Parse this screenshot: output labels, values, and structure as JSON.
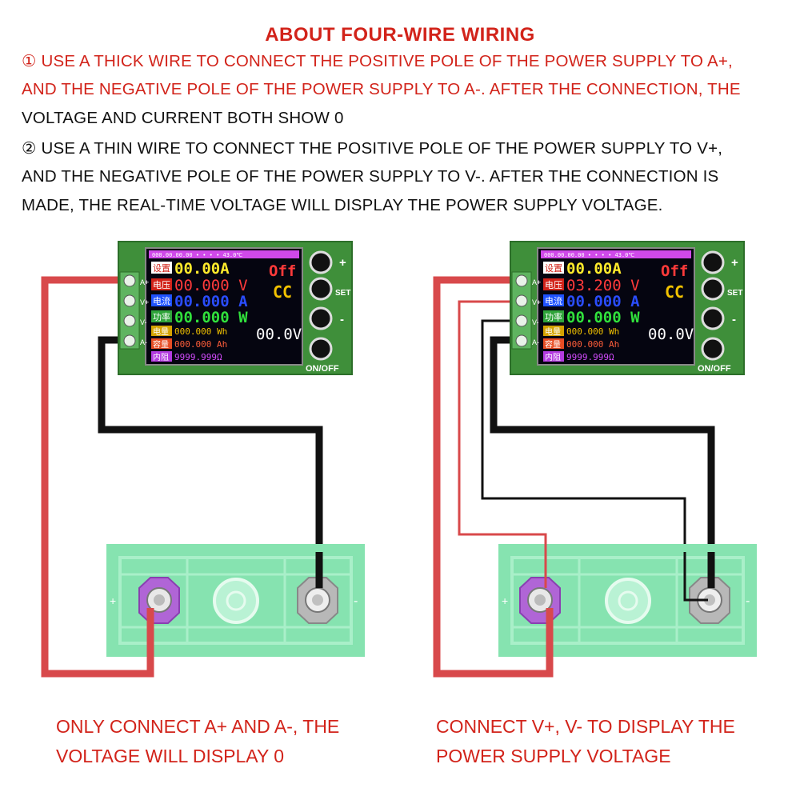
{
  "header": {
    "title": "ABOUT FOUR-WIRE WIRING",
    "lines": [
      "① USE A THICK WIRE TO CONNECT THE POSITIVE POLE OF THE POWER SUPPLY TO A+,",
      "AND THE NEGATIVE POLE OF THE POWER SUPPLY TO A-. AFTER THE CONNECTION, THE",
      "VOLTAGE AND CURRENT BOTH SHOW 0",
      "② USE A THIN WIRE TO CONNECT THE POSITIVE POLE OF THE POWER SUPPLY TO V+,",
      "AND THE NEGATIVE POLE OF THE POWER SUPPLY TO V-. AFTER THE CONNECTION IS",
      "MADE, THE REAL-TIME VOLTAGE WILL DISPLAY THE POWER SUPPLY VOLTAGE."
    ]
  },
  "colors": {
    "accent_red": "#d2231a",
    "board_green": "#3f8f3a",
    "battery_green": "#86e3b0",
    "wire_red": "#d8494b",
    "wire_black": "#111111",
    "positive_terminal": "#b065d6",
    "negative_terminal": "#b8b8b8"
  },
  "terminals": [
    "A+",
    "V+",
    "V-",
    "A-"
  ],
  "buttons": [
    "+",
    "SET",
    "-",
    "ON/OFF"
  ],
  "battery_signs": {
    "plus": "+",
    "minus": "-"
  },
  "left_display": {
    "status_bar": "000.00.00.00 • • • • 43.0℃",
    "set_label": "设置",
    "set_value": "00.00A",
    "volt_label": "电压",
    "volt_value": "00.000 V",
    "curr_label": "电流",
    "curr_value": "00.000 A",
    "power_label": "功率",
    "power_value": "00.000 W",
    "energy_label": "电量",
    "energy_value": "000.000 Wh",
    "cap_label": "容量",
    "cap_value": "000.000 Ah",
    "res_label": "内阻",
    "res_value": "9999.999Ω",
    "state_value": "Off",
    "mode_value": "CC",
    "stop_value": "00.0V"
  },
  "right_display": {
    "status_bar": "000.00.00.00 • • • • 43.0℃",
    "set_label": "设置",
    "set_value": "00.00A",
    "volt_label": "电压",
    "volt_value": "03.200 V",
    "curr_label": "电流",
    "curr_value": "00.000 A",
    "power_label": "功率",
    "power_value": "00.000 W",
    "energy_label": "电量",
    "energy_value": "000.000 Wh",
    "cap_label": "容量",
    "cap_value": "000.000 Ah",
    "res_label": "内阻",
    "res_value": "9999.999Ω",
    "state_value": "Off",
    "mode_value": "CC",
    "stop_value": "00.0V"
  },
  "captions": {
    "left": [
      "ONLY CONNECT A+ AND A-, THE",
      "VOLTAGE WILL DISPLAY 0"
    ],
    "right": [
      "CONNECT V+, V- TO DISPLAY THE",
      "POWER SUPPLY VOLTAGE"
    ]
  }
}
